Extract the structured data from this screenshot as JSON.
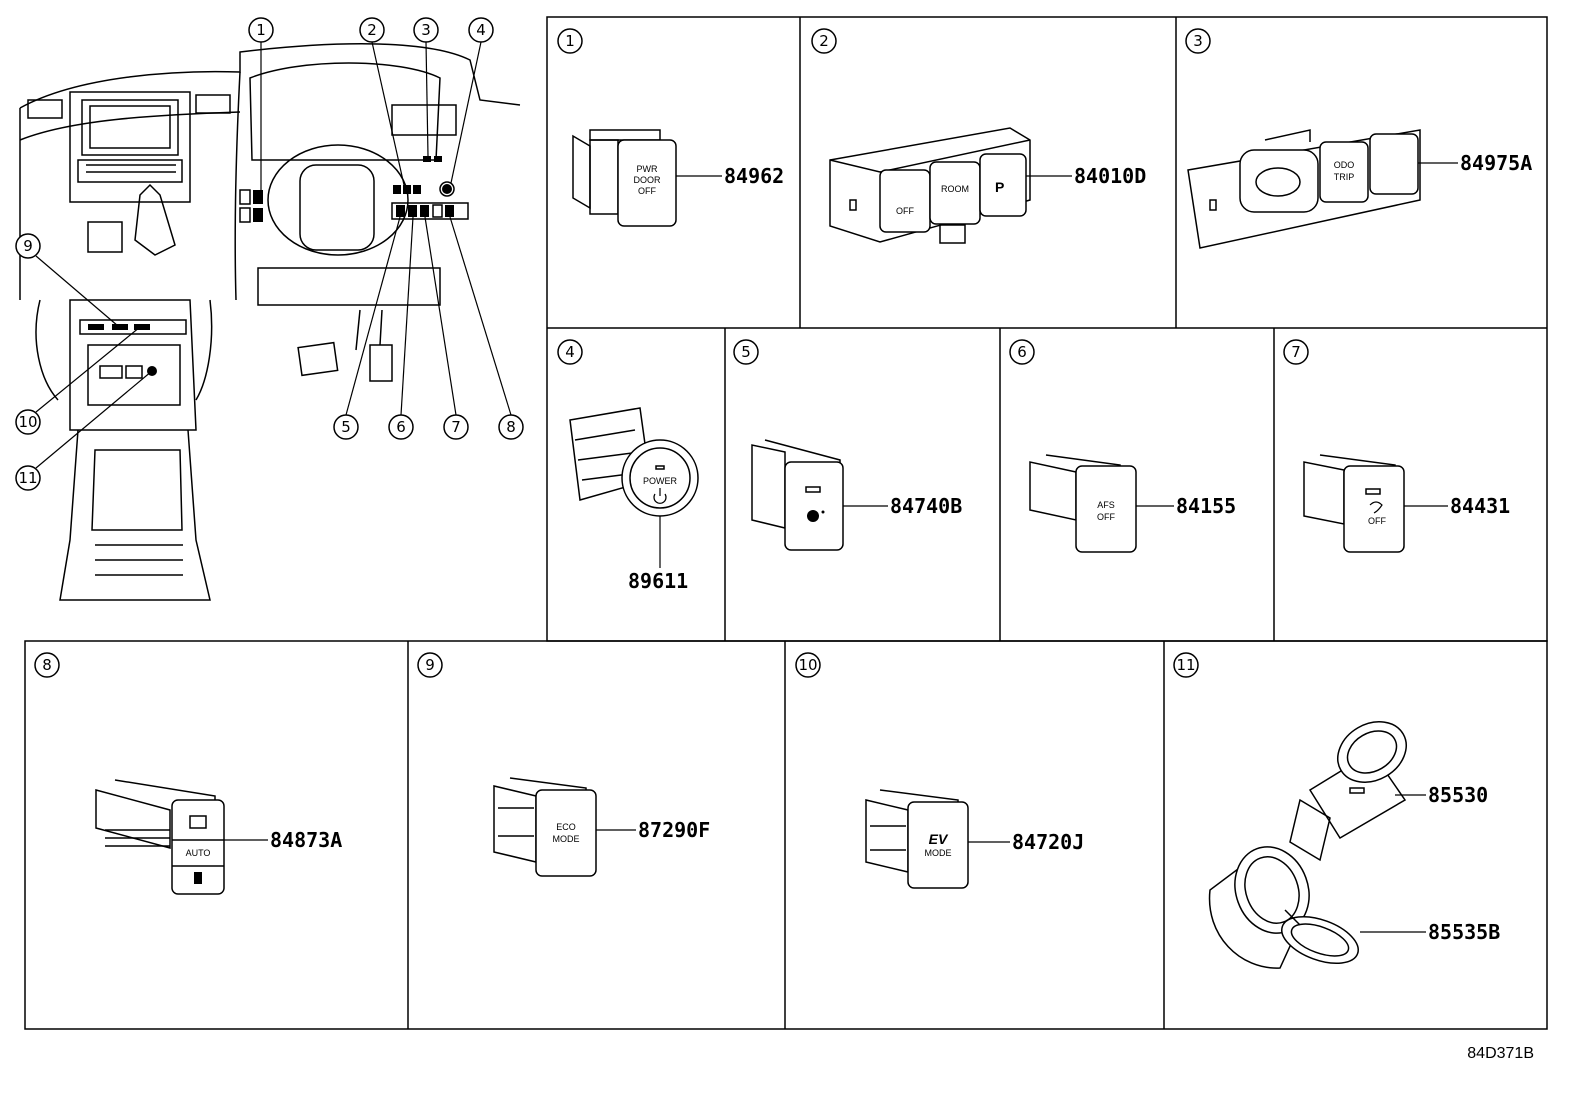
{
  "diagram_code": "84D371B",
  "overview": {
    "callouts": [
      "1",
      "2",
      "3",
      "4",
      "5",
      "6",
      "7",
      "8",
      "9",
      "10",
      "11"
    ]
  },
  "panels": [
    {
      "num": "1",
      "part": "84962",
      "labels": [
        "PWR",
        "DOOR",
        "OFF"
      ]
    },
    {
      "num": "2",
      "part": "84010D",
      "labels": [
        "OFF",
        "ROOM",
        "P"
      ]
    },
    {
      "num": "3",
      "part": "84975A",
      "labels": [
        "ODO",
        "TRIP"
      ]
    },
    {
      "num": "4",
      "part": "89611",
      "labels": [
        "POWER"
      ]
    },
    {
      "num": "5",
      "part": "84740B",
      "labels": []
    },
    {
      "num": "6",
      "part": "84155",
      "labels": [
        "AFS",
        "OFF"
      ]
    },
    {
      "num": "7",
      "part": "84431",
      "labels": [
        "OFF"
      ]
    },
    {
      "num": "8",
      "part": "84873A",
      "labels": [
        "AUTO"
      ]
    },
    {
      "num": "9",
      "part": "87290F",
      "labels": [
        "ECO",
        "MODE"
      ]
    },
    {
      "num": "10",
      "part": "84720J",
      "labels": [
        "EV",
        "MODE"
      ]
    },
    {
      "num": "11",
      "parts": [
        "85530",
        "85535B"
      ]
    }
  ],
  "icons": {
    "callout": "circled-number-icon",
    "power": "power-symbol-icon",
    "headlight": "headlight-icon"
  },
  "colors": {
    "line": "#000000",
    "background": "#ffffff"
  }
}
